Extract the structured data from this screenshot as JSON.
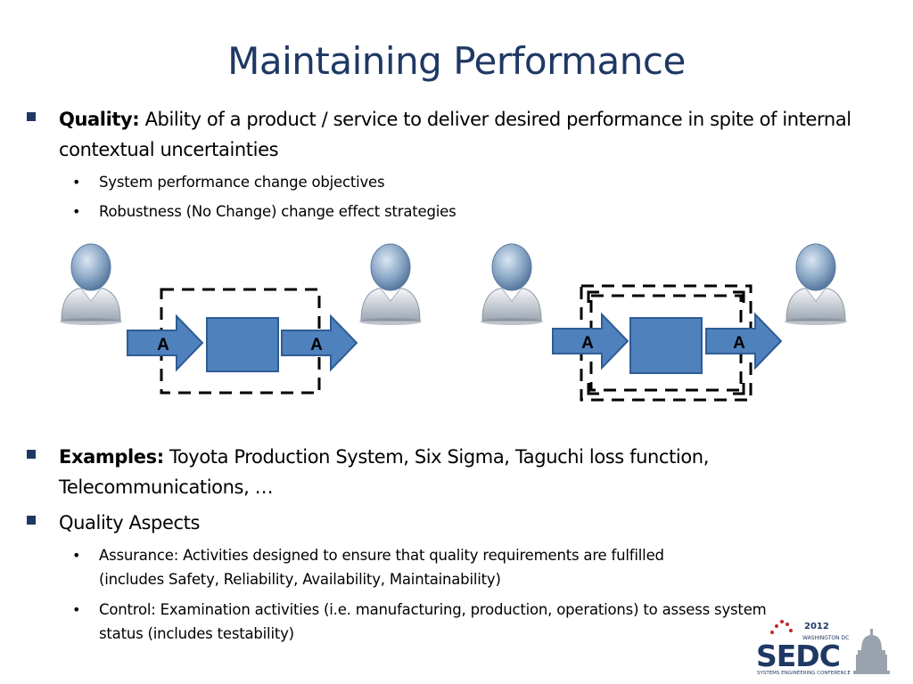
{
  "title": "Maintaining Performance",
  "quality": {
    "label": "Quality:",
    "text": " Ability of a product / service to deliver desired performance in spite of internal contextual  uncertainties",
    "subitems": [
      "System performance change objectives",
      "Robustness (No Change) change effect strategies"
    ]
  },
  "diagram": {
    "left_input": "A",
    "left_output": "A",
    "right_input": "A",
    "right_output": "A"
  },
  "examples": {
    "label": "Examples:",
    "text": " Toyota Production System, Six Sigma, Taguchi loss function, Telecommunications, …"
  },
  "aspects": {
    "label": "Quality Aspects",
    "subitems": [
      {
        "line1": "Assurance: Activities designed to ensure that quality requirements are fulfilled",
        "line2": "(includes Safety, Reliability, Availability, Maintainability)"
      },
      {
        "line1": "Control: Examination activities (i.e. manufacturing, production, operations) to assess system",
        "line2": "status (includes testability)"
      }
    ]
  },
  "logo": {
    "year": "2012",
    "location": "WASHINGTON DC",
    "name": "SEDC",
    "subtitle": "SYSTEMS ENGINEERING CONFERENCE"
  }
}
